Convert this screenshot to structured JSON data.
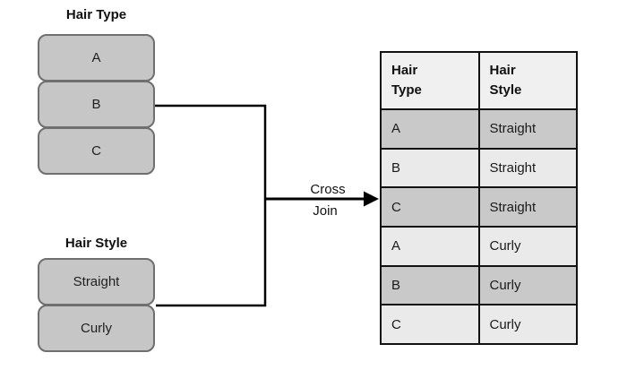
{
  "diagram": {
    "hair_type_group": {
      "title": "Hair Type",
      "items": [
        "A",
        "B",
        "C"
      ]
    },
    "hair_style_group": {
      "title": "Hair Style",
      "items": [
        "Straight",
        "Curly"
      ]
    },
    "connector": {
      "label_line1": "Cross",
      "label_line2": "Join"
    },
    "result_table": {
      "headers": [
        {
          "line1": "Hair",
          "line2": "Type"
        },
        {
          "line1": "Hair",
          "line2": "Style"
        }
      ],
      "rows": [
        {
          "hair_type": "A",
          "hair_style": "Straight"
        },
        {
          "hair_type": "B",
          "hair_style": "Straight"
        },
        {
          "hair_type": "C",
          "hair_style": "Straight"
        },
        {
          "hair_type": "A",
          "hair_style": "Curly"
        },
        {
          "hair_type": "B",
          "hair_style": "Curly"
        },
        {
          "hair_type": "C",
          "hair_style": "Curly"
        }
      ]
    },
    "colors": {
      "node_fill": "#c6c6c6",
      "node_border": "#6f6f6f",
      "table_row_dark": "#c9c9c9",
      "table_row_light": "#eaeaea",
      "table_header_bg": "#f1f0f0",
      "line": "#000000"
    }
  }
}
